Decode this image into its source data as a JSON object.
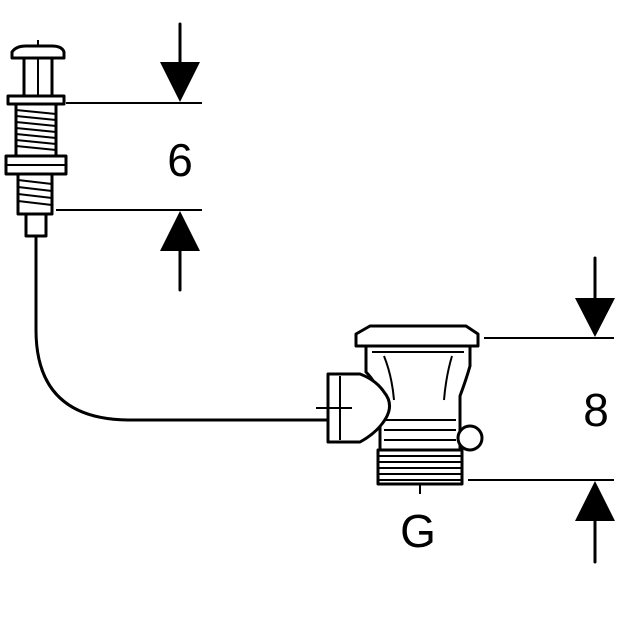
{
  "dimensions": {
    "upper": {
      "value": "6"
    },
    "lower": {
      "value": "8"
    }
  },
  "thread_label": "G",
  "colors": {
    "ink": "#000000",
    "background": "#ffffff"
  }
}
